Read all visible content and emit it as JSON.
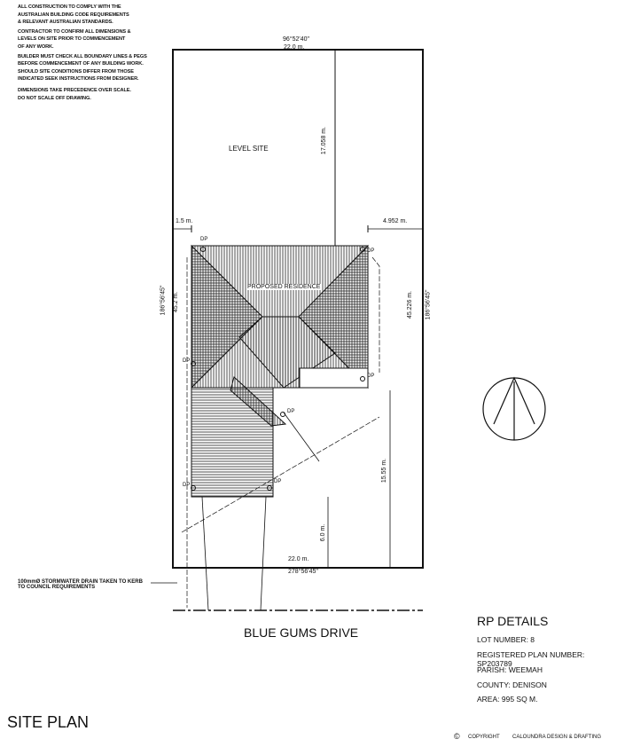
{
  "notes": [
    "ALL CONSTRUCTION TO COMPLY WITH THE",
    "AUSTRALIAN BUILDING CODE REQUIREMENTS",
    "& RELEVANT AUSTRALIAN STANDARDS.",
    "CONTRACTOR TO CONFIRM ALL DIMENSIONS &",
    "LEVELS ON SITE PRIOR TO COMMENCEMENT",
    "OF ANY WORK.",
    "BUILDER MUST CHECK ALL BOUNDARY LINES & PEGS",
    "BEFORE COMMENCEMENT OF ANY BUILDING WORK.",
    "SHOULD SITE CONDITIONS DIFFER FROM THOSE",
    "INDICATED SEEK INSTRUCTIONS FROM DESIGNER.",
    "DIMENSIONS TAKE PRECEDENCE OVER SCALE.",
    "DO NOT SCALE OFF DRAWING."
  ],
  "plan": {
    "top_bearing": "96°52'40\"",
    "top_length": "22.0 m.",
    "left_bearing": "186°56'45\"",
    "left_length": "45.2 m.",
    "right_length": "45.226 m.",
    "right_bearing": "186°56'45\"",
    "rear_setback": "17.058 m.",
    "level_site": "LEVEL SITE",
    "left_setback": "1.5 m.",
    "right_setback": "4.952 m.",
    "residence_label": "PROPOSED RESIDENCE",
    "downpipe_label": "DP",
    "side_dim": "15.55 m.",
    "front_setback": "6.0 m.",
    "bottom_length": "22.0 m.",
    "bottom_bearing": "278°56'45\"",
    "stormwater_note_1": "100mmØ STORMWATER DRAIN TAKEN TO KERB",
    "stormwater_note_2": "TO COUNCIL REQUIREMENTS",
    "street": "BLUE GUMS DRIVE"
  },
  "rp": {
    "title": "RP DETAILS",
    "lot": "LOT NUMBER: 8",
    "plan_number": "REGISTERED PLAN NUMBER: SP203789",
    "parish": "PARISH:  WEEMAH",
    "county": "COUNTY:  DENISON",
    "area": "AREA: 995 SQ M."
  },
  "title": "SITE PLAN",
  "copyright_symbol": "©",
  "copyright": "COPYRIGHT",
  "firm": "CALOUNDRA DESIGN & DRAFTING"
}
